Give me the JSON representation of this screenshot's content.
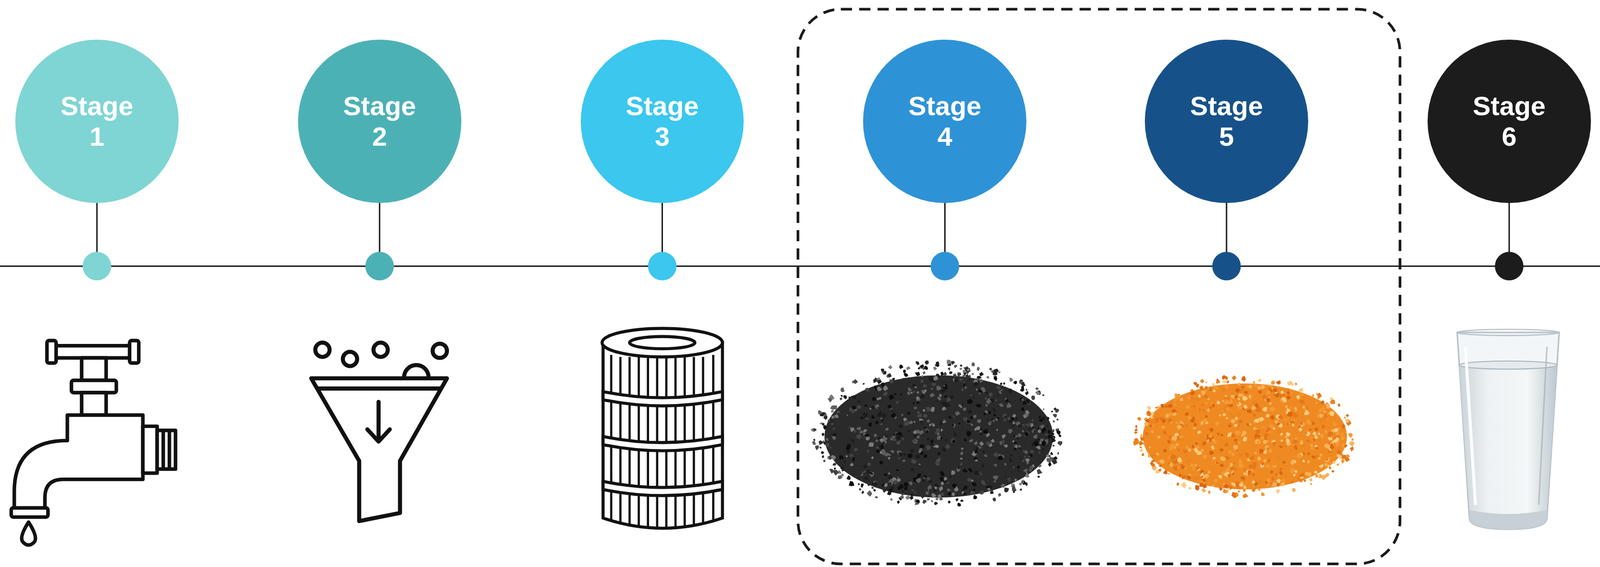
{
  "diagram": {
    "nodes": [
      {
        "text": [
          "Stage 1"
        ]
      },
      {
        "text": [
          "Stage 2"
        ]
      },
      {
        "text": [
          "Stage 3"
        ]
      },
      {
        "text": [
          "Stage 4"
        ]
      },
      {
        "text": [
          "Stage 5"
        ]
      },
      {
        "text": [
          "Stage 6"
        ]
      }
    ]
  }
}
